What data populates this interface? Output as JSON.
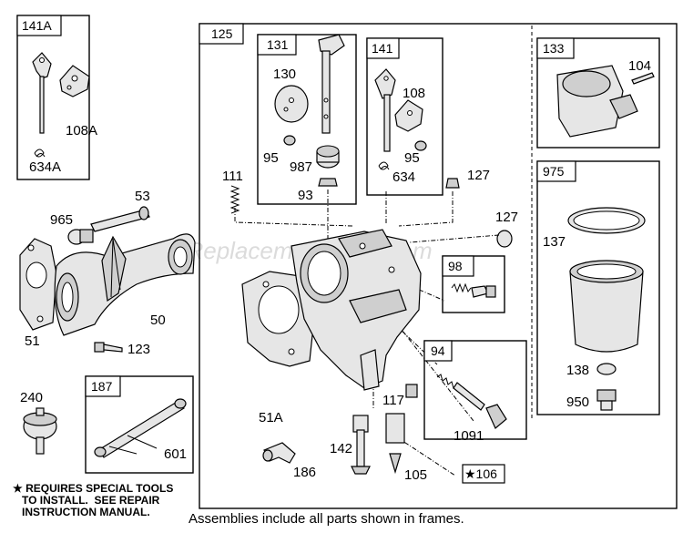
{
  "diagram": {
    "watermark": "eReplacementParts.com",
    "frames": {
      "f141A": "141A",
      "f125": "125",
      "f131": "131",
      "f141": "141",
      "f133": "133",
      "f975": "975",
      "f98": "98",
      "f94": "94",
      "f187": "187",
      "f106": "★106"
    },
    "labels": {
      "p108A": "108A",
      "p634A": "634A",
      "p53": "53",
      "p965": "965",
      "p51": "51",
      "p50": "50",
      "p123": "123",
      "p240": "240",
      "p601": "601",
      "p130": "130",
      "p95a": "95",
      "p987": "987",
      "p93": "93",
      "p108": "108",
      "p95b": "95",
      "p634": "634",
      "p111": "111",
      "p127a": "127",
      "p127b": "127",
      "p104": "104",
      "p137": "137",
      "p138": "138",
      "p950": "950",
      "p51A": "51A",
      "p117": "117",
      "p1091": "1091",
      "p142": "142",
      "p186": "186",
      "p105": "105"
    },
    "note": "★ REQUIRES SPECIAL TOOLS\n   TO INSTALL.  SEE REPAIR\n   INSTRUCTION MANUAL.",
    "footer": "Assemblies include all parts shown in frames."
  }
}
